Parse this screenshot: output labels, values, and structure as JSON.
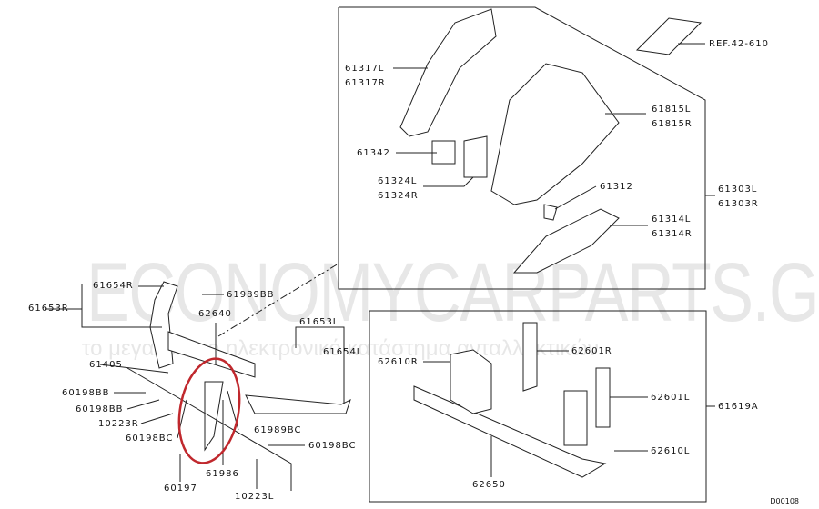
{
  "watermark": {
    "brand": "ECONOMYCARPARTS.GR",
    "tagline": "το μεγαλύτερο ηλεκτρονικό κατάστημα ανταλλακτικών"
  },
  "diagram_code": "D00108",
  "labels": {
    "ref": "REF.42-610",
    "p61317L": "61317L",
    "p61317R": "61317R",
    "p61815L": "61815L",
    "p61815R": "61815R",
    "p61342": "61342",
    "p61324L": "61324L",
    "p61324R": "61324R",
    "p61312": "61312",
    "p61303L": "61303L",
    "p61303R": "61303R",
    "p61314L": "61314L",
    "p61314R": "61314R",
    "p61654R": "61654R",
    "p61653R": "61653R",
    "p61989BB": "61989BB",
    "p62640": "62640",
    "p61653L": "61653L",
    "p61654L": "61654L",
    "p61405": "61405",
    "p60198BB_1": "60198BB",
    "p60198BB_2": "60198BB",
    "p10223R": "10223R",
    "p60198BC_1": "60198BC",
    "p61989BC": "61989BC",
    "p60198BC_2": "60198BC",
    "p60197": "60197",
    "p61986": "61986",
    "p10223L": "10223L",
    "p62610R": "62610R",
    "p62601R": "62601R",
    "p62601L": "62601L",
    "p61619A": "61619A",
    "p62610L": "62610L",
    "p62650": "62650"
  },
  "highlight_color": "#c0282d"
}
